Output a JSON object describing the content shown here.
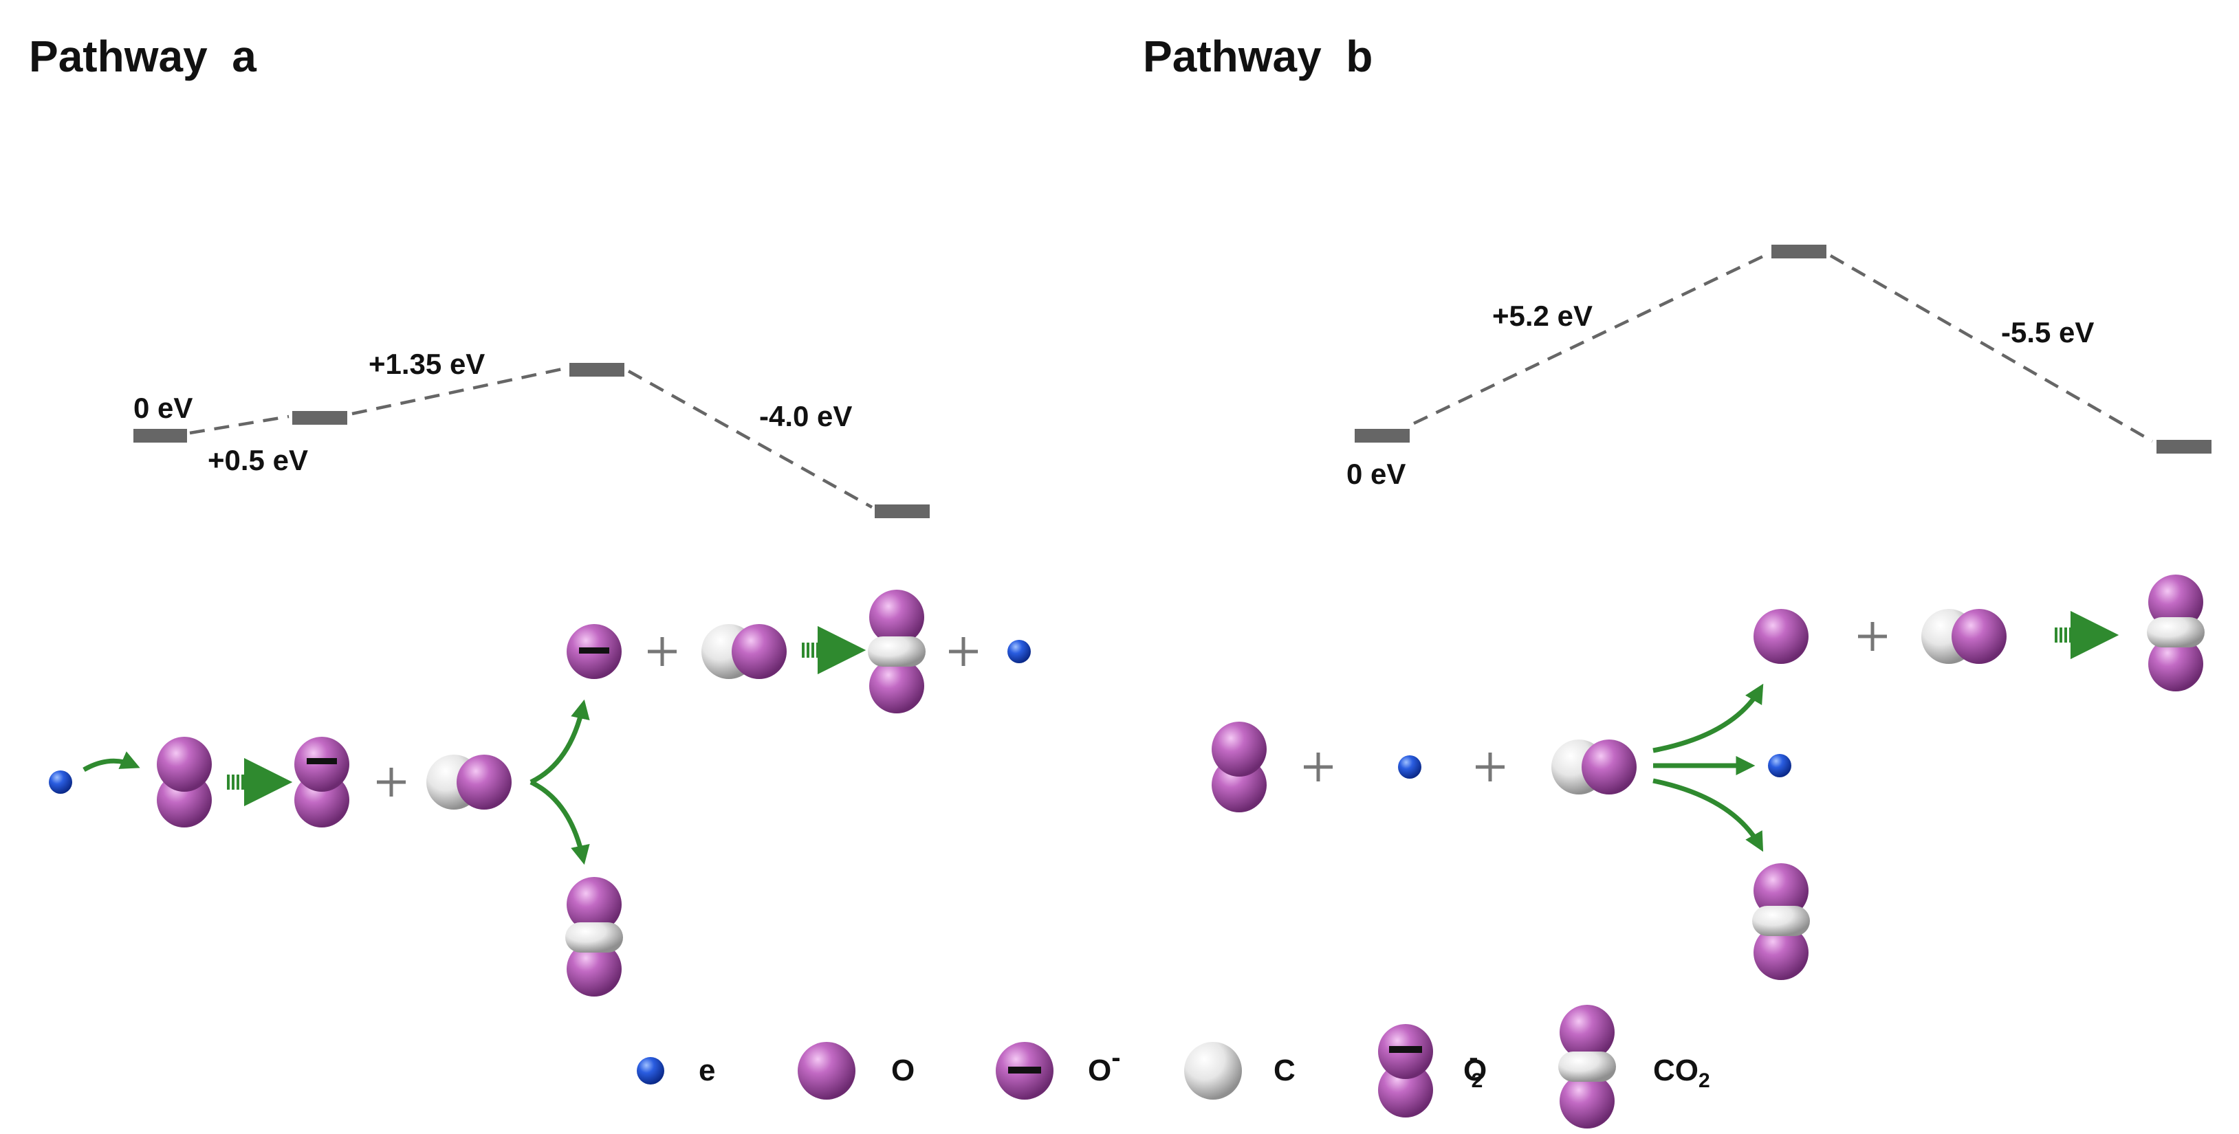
{
  "pathway_a": {
    "title": "Pathway  a",
    "energy_labels": [
      "0 eV",
      "+0.5 eV",
      "+1.35 eV",
      "-4.0 eV"
    ]
  },
  "pathway_b": {
    "title": "Pathway  b",
    "energy_labels": [
      "0 eV",
      "+5.2 eV",
      "-5.5 eV"
    ]
  },
  "legend": {
    "items": [
      {
        "label": "e",
        "icon": "electron-icon"
      },
      {
        "label": "O",
        "icon": "oxygen-icon"
      },
      {
        "label": "O",
        "superscript": "-",
        "icon": "oxygen-anion-icon"
      },
      {
        "label": "C",
        "icon": "carbon-icon"
      },
      {
        "label": "O",
        "subscript": "2",
        "superscript": "-",
        "icon": "superoxide-icon"
      },
      {
        "label": "CO",
        "subscript": "2",
        "icon": "co2-icon"
      }
    ]
  },
  "colors": {
    "oxygen": "#a24fa6",
    "carbon": "#dcdcdc",
    "electron": "#1e4fd8",
    "arrow": "#2f8a2f",
    "level": "#666666"
  }
}
